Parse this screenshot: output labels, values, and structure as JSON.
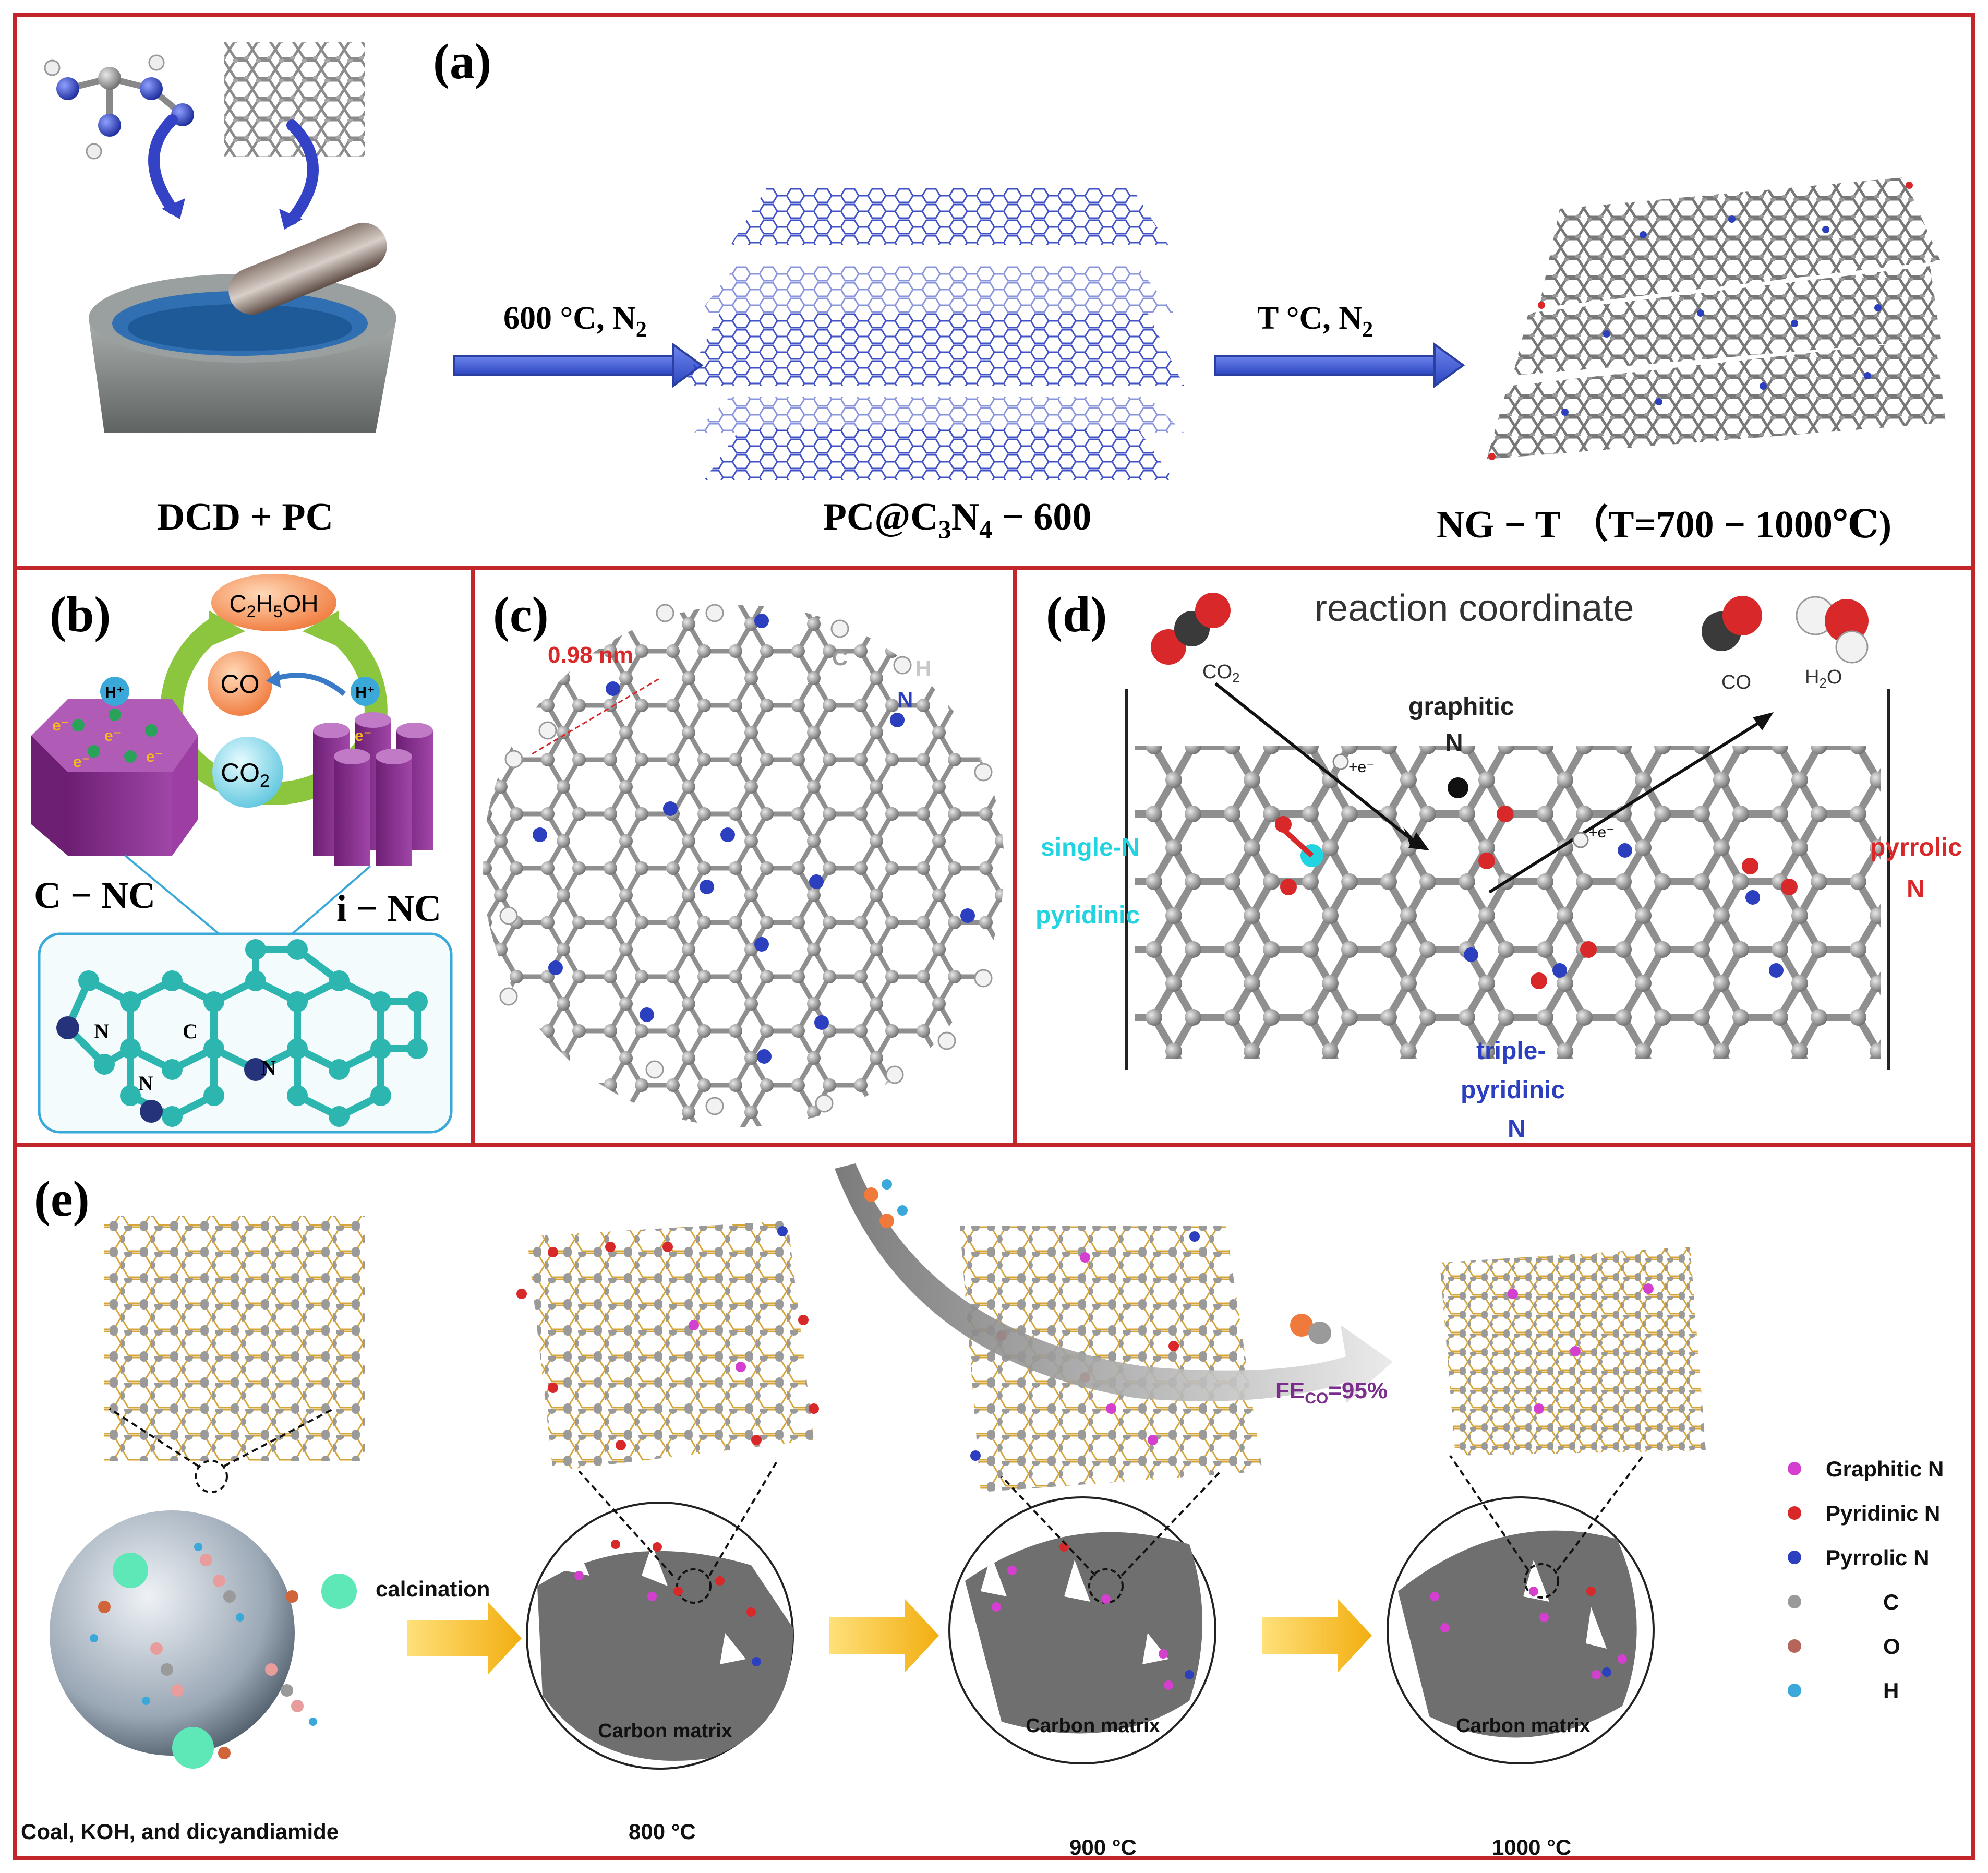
{
  "colors": {
    "frame": "#c2262a",
    "arrow_blue": "#3f5bd1",
    "arrow_yellow": "#f4b81e",
    "carbon": "#8a8a8a",
    "nitrogen": "#2b3fbf",
    "oxygen": "#d8282a",
    "graphitic_n": "#d43fcf",
    "teal": "#2db5b0",
    "purple": "#8a2f8f",
    "green": "#8cc63f"
  },
  "panel_a": {
    "label": "(a)",
    "arrow1_label": "600 °C, N",
    "arrow1_sub": "2",
    "arrow2_label": "T °C, N",
    "arrow2_sub": "2",
    "caption1": "DCD + PC",
    "caption2_pre": "PC@C",
    "caption2_sub1": "3",
    "caption2_mid": "N",
    "caption2_sub2": "4",
    "caption2_post": " − 600",
    "caption3": "NG − T （T=700 − 1000℃)"
  },
  "panel_b": {
    "label": "(b)",
    "product": "C",
    "product_sub1": "2",
    "product_mid": "H",
    "product_sub2": "5",
    "product_post": "OH",
    "co": "CO",
    "co2_pre": "CO",
    "co2_sub": "2",
    "proton": "H⁺",
    "electron": "e⁻",
    "left_label": "C − NC",
    "right_label": "i − NC",
    "atom_c": "C",
    "atom_n": "N"
  },
  "panel_c": {
    "label": "(c)",
    "distance": "0.98 nm",
    "atom_c": "C",
    "atom_h": "H",
    "atom_n": "N"
  },
  "panel_d": {
    "label": "(d)",
    "title": "reaction coordinate",
    "co2_pre": "CO",
    "co2_sub": "2",
    "co": "CO",
    "h2o_pre": "H",
    "h2o_sub": "2",
    "h2o_post": "O",
    "graphitic1": "graphitic",
    "graphitic2": "N",
    "single1": "single-N",
    "single2": "pyridinic",
    "pyrrolic1": "pyrrolic",
    "pyrrolic2": "N",
    "triple1": "triple-",
    "triple2": "pyridinic",
    "triple3": "N",
    "electron": "+e⁻"
  },
  "panel_e": {
    "label": "(e)",
    "calcination": "calcination",
    "fe_pre": "FE",
    "fe_sub": "CO",
    "fe_post": "=95%",
    "carbon_matrix": "Carbon matrix",
    "caption0": "Coal, KOH, and dicyandiamide",
    "caption1": "800 °C",
    "caption2": "900 °C",
    "caption3": "1000 °C",
    "legend": [
      {
        "label": "Graphitic N",
        "color": "#d43fcf"
      },
      {
        "label": "Pyridinic N",
        "color": "#d8282a"
      },
      {
        "label": "Pyrrolic N",
        "color": "#2b3fbf"
      },
      {
        "label": "C",
        "color": "#9a9a9a"
      },
      {
        "label": "O",
        "color": "#b5655a"
      },
      {
        "label": "H",
        "color": "#3aa8d8"
      }
    ]
  }
}
